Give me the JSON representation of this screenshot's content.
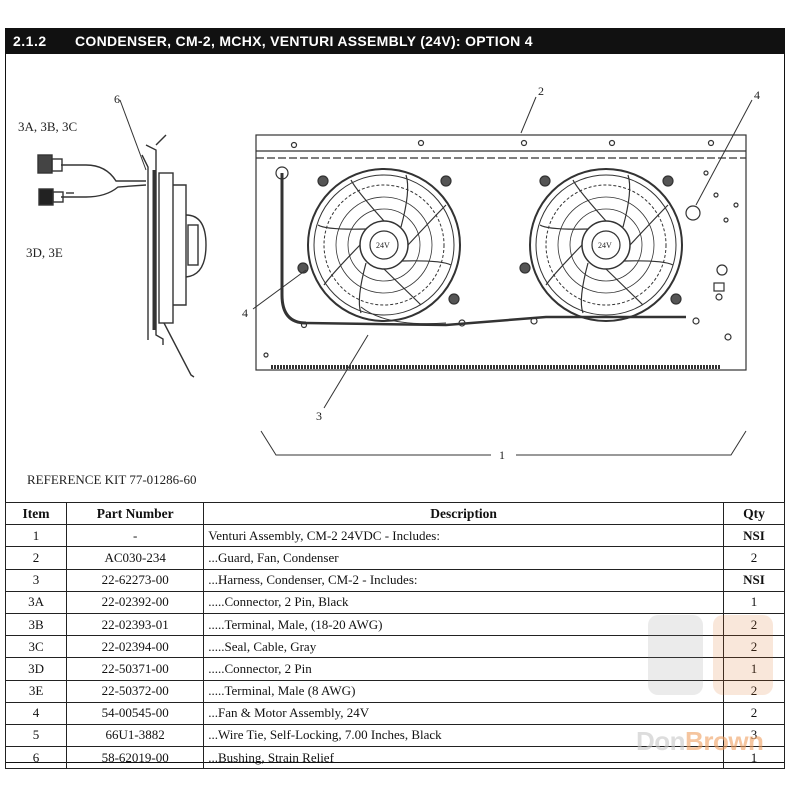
{
  "header": {
    "section_number": "2.1.2",
    "title": "CONDENSER, CM-2, MCHX, VENTURI ASSEMBLY (24V): OPTION 4"
  },
  "diagram": {
    "callouts": {
      "c1": "1",
      "c2": "2",
      "c3": "3",
      "c4a": "4",
      "c4b": "4",
      "c6": "6",
      "c3abc": "3A,  3B,  3C",
      "c3de": "3D, 3E"
    },
    "fan_label_left": "24V",
    "fan_label_right": "24V"
  },
  "reference_kit": "REFERENCE KIT 77-01286-60",
  "table": {
    "headers": {
      "item": "Item",
      "part": "Part Number",
      "desc": "Description",
      "qty": "Qty"
    },
    "rows": [
      {
        "item": "1",
        "part": "-",
        "desc": "Venturi Assembly, CM-2 24VDC - Includes:",
        "qty": "NSI"
      },
      {
        "item": "2",
        "part": "AC030-234",
        "desc": "...Guard, Fan, Condenser",
        "qty": "2"
      },
      {
        "item": "3",
        "part": "22-62273-00",
        "desc": "...Harness, Condenser, CM-2 - Includes:",
        "qty": "NSI"
      },
      {
        "item": "3A",
        "part": "22-02392-00",
        "desc": ".....Connector, 2 Pin,  Black",
        "qty": "1"
      },
      {
        "item": "3B",
        "part": "22-02393-01",
        "desc": ".....Terminal, Male, (18-20 AWG)",
        "qty": "2"
      },
      {
        "item": "3C",
        "part": "22-02394-00",
        "desc": ".....Seal, Cable, Gray",
        "qty": "2"
      },
      {
        "item": "3D",
        "part": "22-50371-00",
        "desc": ".....Connector, 2 Pin",
        "qty": "1"
      },
      {
        "item": "3E",
        "part": "22-50372-00",
        "desc": ".....Terminal,  Male (8 AWG)",
        "qty": "2"
      },
      {
        "item": "4",
        "part": "54-00545-00",
        "desc": "...Fan & Motor Assembly, 24V",
        "qty": "2"
      },
      {
        "item": "5",
        "part": "66U1-3882",
        "desc": "...Wire Tie, Self-Locking, 7.00 Inches, Black",
        "qty": "3"
      },
      {
        "item": "6",
        "part": "58-62019-00",
        "desc": "...Bushing, Strain Relief",
        "qty": "1"
      }
    ]
  },
  "watermark": {
    "text_a": "Don",
    "text_b": "Brown"
  }
}
